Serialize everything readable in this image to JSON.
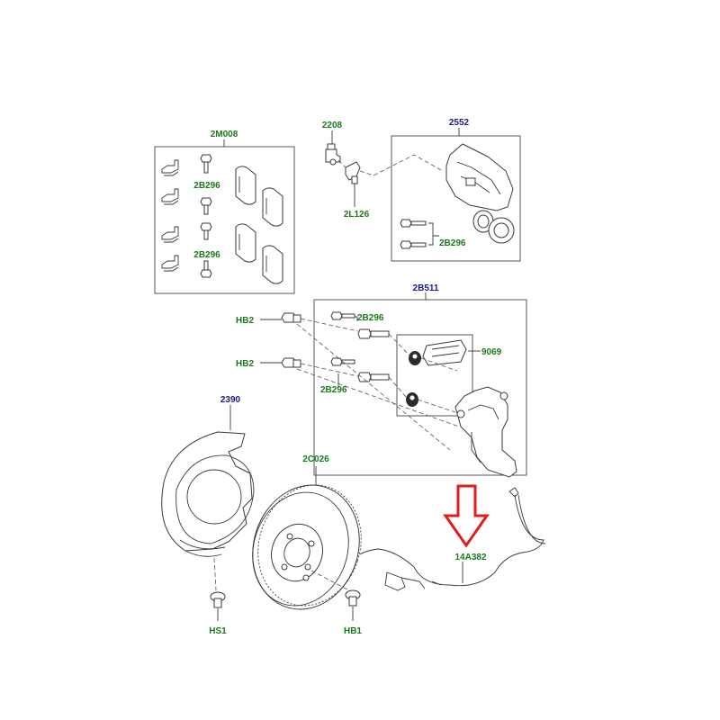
{
  "colors": {
    "green_label": "#1a7a1a",
    "blue_label": "#1a1a8a",
    "arrow": "#e21b1b",
    "line": "#3a3a3a"
  },
  "labels": {
    "pad_kit": "2M008",
    "pad_bolt_upper": "2B296",
    "pad_bolt_lower": "2B296",
    "bleed_screw": "2208",
    "hose_clip": "2L126",
    "caliper": "2552",
    "caliper_bolts": "2B296",
    "carrier_kit": "2B511",
    "carrier_bolts": "2B296",
    "guide_pin_bolts": "2B296",
    "boot_kit": "9069",
    "hub_bolt_upper": "HB2",
    "hub_bolt_lower": "HB2",
    "dust_shield": "2390",
    "disc": "2C026",
    "wear_sensor": "14A382",
    "shield_screw": "HS1",
    "disc_screw": "HB1"
  }
}
